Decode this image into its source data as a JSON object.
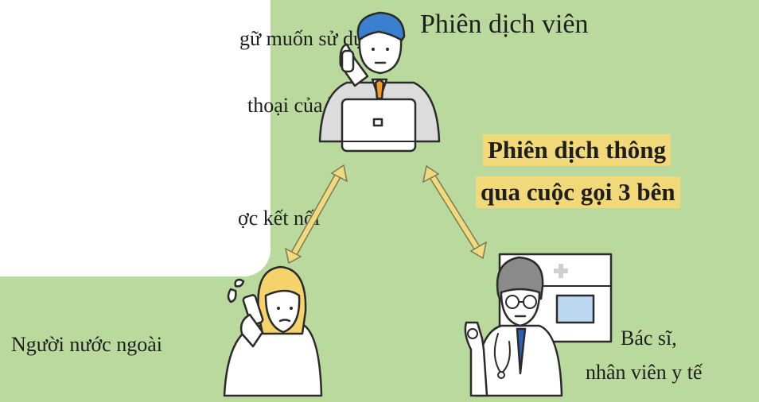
{
  "card_lines": [
    "gữ muốn sử dụng",
    "thoại của bệnh",
    "ợc kết nối"
  ],
  "interpreter_label": "Phiên dịch viên",
  "title_lines": [
    "Phiên dịch thông",
    "qua cuộc gọi 3 bên"
  ],
  "foreigner_label": "Người nước ngoài",
  "doctor_label_lines": [
    "Bác sĩ,",
    "nhân viên y tế"
  ],
  "colors": {
    "background": "#b9d99d",
    "highlight": "#f1d979",
    "arrow": "#f0d97e",
    "arrow_outline": "#7f7a56",
    "hair_blue": "#3b7fd0",
    "hair_yellow": "#f6d36a",
    "tie_orange": "#f39a2c",
    "tie_blue": "#2f5fb3",
    "building_blue": "#bcd8f0"
  },
  "icons": [
    "interpreter-with-laptop",
    "foreign-woman-with-phone",
    "doctor-with-stethoscope",
    "clinic-building-icon"
  ]
}
